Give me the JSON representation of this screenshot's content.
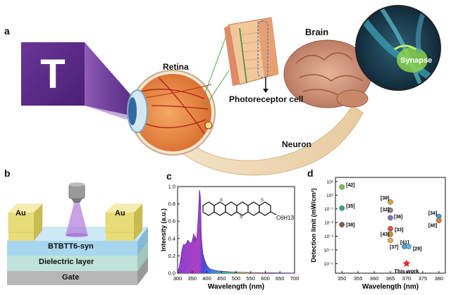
{
  "panels": {
    "a": {
      "letter": "a",
      "labels": {
        "T": "T",
        "retina": "Retina",
        "brain": "Brain",
        "synapse": "Synapse",
        "photoreceptor": "Photoreceptor cell",
        "neuron": "Neuron"
      }
    },
    "b": {
      "letter": "b",
      "labels": {
        "au_left": "Au",
        "au_right": "Au",
        "semiconductor": "BTBTT6-syn",
        "dielectric": "Dielectric layer",
        "gate": "Gate"
      }
    },
    "c": {
      "letter": "c"
    },
    "d": {
      "letter": "d"
    }
  },
  "colors": {
    "t_purple": "#5a2a8a",
    "gold": "#e8dc78",
    "semi_blue": "#a9d6ef",
    "dielectric_teal": "#bfe3d8",
    "gate_gray": "#b7b7b7",
    "eye_orange": "#e58a3f",
    "brain_pink": "#d79a7a"
  },
  "chart_data": [
    {
      "type": "area",
      "xlabel": "Wavelength (nm)",
      "ylabel": "Intensity (a.u.)",
      "xlim": [
        300,
        700
      ],
      "ylim": [
        0,
        1.0
      ],
      "xticks": [
        300,
        350,
        400,
        450,
        500,
        550,
        600,
        650,
        700
      ],
      "yticks": [
        0.0,
        0.2,
        0.4,
        0.6,
        0.8,
        1.0
      ],
      "molecule_label": "C6H13",
      "x": [
        300,
        305,
        310,
        315,
        320,
        325,
        330,
        335,
        340,
        345,
        350,
        352,
        355,
        358,
        360,
        363,
        366,
        369,
        372,
        375,
        378,
        381,
        384,
        387,
        390,
        393,
        396,
        400,
        405,
        410,
        420,
        430,
        440,
        460,
        480,
        500,
        550,
        600,
        650,
        700
      ],
      "y": [
        0.02,
        0.06,
        0.15,
        0.27,
        0.33,
        0.33,
        0.34,
        0.38,
        0.36,
        0.34,
        0.37,
        0.4,
        0.46,
        0.36,
        0.44,
        0.38,
        0.42,
        0.55,
        0.75,
        0.96,
        0.88,
        0.45,
        0.3,
        0.22,
        0.18,
        0.15,
        0.12,
        0.09,
        0.07,
        0.05,
        0.04,
        0.03,
        0.025,
        0.02,
        0.015,
        0.012,
        0.008,
        0.005,
        0.003,
        0.002
      ]
    },
    {
      "type": "scatter",
      "xlabel": "Wavelength (nm)",
      "ylabel": "Detection limit (mW/cm²)",
      "xlim": [
        348,
        382
      ],
      "xticks": [
        350,
        355,
        360,
        365,
        370,
        375,
        380
      ],
      "ylim_log10": [
        -5.7,
        1.3
      ],
      "ytick_labels": [
        "10¹",
        "10⁰",
        "10⁻¹",
        "10⁻²",
        "10⁻³",
        "10⁻⁴",
        "10⁻⁵"
      ],
      "ytick_exps": [
        1,
        0,
        -1,
        -2,
        -3,
        -4,
        -5
      ],
      "annotation": "This work",
      "points": [
        {
          "label": "[42]",
          "x": 350,
          "logy": 0.6,
          "color": "#7dbf4a"
        },
        {
          "label": "[35]",
          "x": 350,
          "logy": -0.95,
          "color": "#3aa58a"
        },
        {
          "label": "[38]",
          "x": 350,
          "logy": -2.15,
          "color": "#8a5a52"
        },
        {
          "label": "[39]",
          "x": 365,
          "logy": -0.5,
          "color": "#d1a640"
        },
        {
          "label": "[32]",
          "x": 365,
          "logy": -1.1,
          "color": "#8a8a8a"
        },
        {
          "label": "[36]",
          "x": 365,
          "logy": -1.65,
          "color": "#8a6ac0"
        },
        {
          "label": "[33]",
          "x": 365,
          "logy": -2.45,
          "color": "#d9524b"
        },
        {
          "label": "[43]",
          "x": 365,
          "logy": -2.85,
          "color": "#d28b3a"
        },
        {
          "label": "[37]",
          "x": 365,
          "logy": -3.3,
          "color": "#d9b24a"
        },
        {
          "label": "[41]",
          "x": 370,
          "logy": -3.75,
          "color": "#4aa0d9"
        },
        {
          "label": "[29]",
          "x": 370,
          "logy": -3.75,
          "color": "#6ab0e0"
        },
        {
          "label": "[34]",
          "x": 380,
          "logy": -1.55,
          "color": "#4aa0d9"
        },
        {
          "label": "[40]",
          "x": 380,
          "logy": -1.85,
          "color": "#e07a3a"
        },
        {
          "label": "This work",
          "x": 370,
          "logy": -5.0,
          "color": "#e0222a",
          "marker": "star"
        }
      ]
    }
  ]
}
